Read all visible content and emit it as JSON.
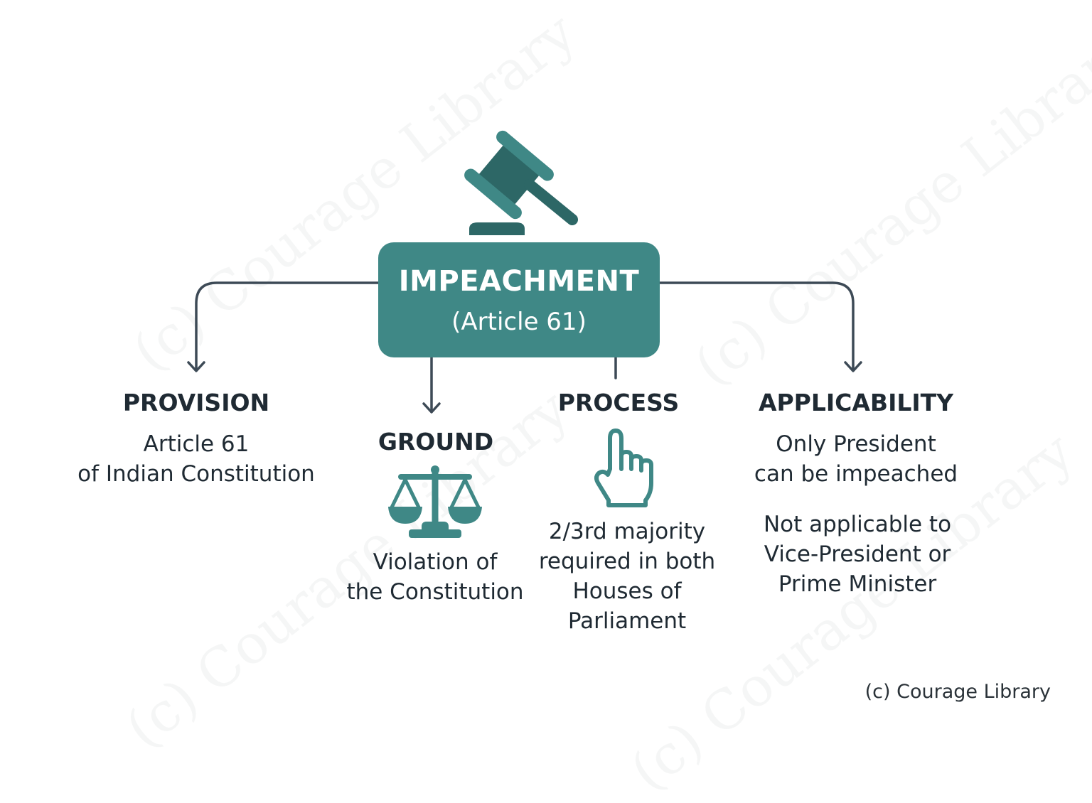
{
  "colors": {
    "teal": "#3f8886",
    "teal_dark": "#2d6766",
    "line": "#3d4a56",
    "text": "#1f2a33"
  },
  "central": {
    "title": "IMPEACHMENT",
    "subtitle": "(Article 61)",
    "icon": "gavel-icon"
  },
  "branches": {
    "provision": {
      "heading": "PROVISION",
      "lines": [
        "Article 61",
        "of Indian Constitution"
      ]
    },
    "ground": {
      "heading": "GROUND",
      "icon": "scales-of-justice-icon",
      "lines": [
        "Violation of",
        "the Constitution"
      ]
    },
    "process": {
      "heading": "PROCESS",
      "icon": "hand-pointer-icon",
      "lines": [
        "2/3rd majority",
        "required in both",
        "Houses of",
        "Parliament"
      ]
    },
    "applicability": {
      "heading": "APPLICABILITY",
      "lines_1": [
        "Only President",
        "can be impeached"
      ],
      "lines_2": [
        "Not applicable to",
        "Vice-President or",
        "Prime Minister"
      ]
    }
  },
  "watermark": "(c) Courage Library",
  "copyright": "(c) Courage Library"
}
